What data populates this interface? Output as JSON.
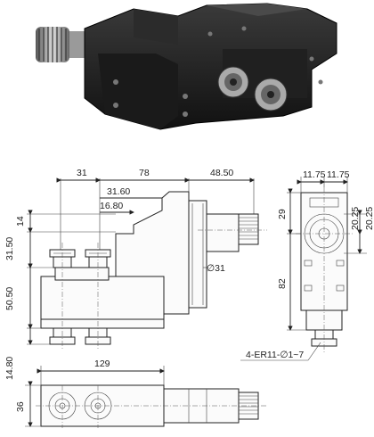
{
  "dimensions": {
    "top_31": "31",
    "top_78": "78",
    "top_48_50": "48.50",
    "top_31_60": "31.60",
    "top_16_80": "16.80",
    "left_14": "14",
    "left_31_50": "31.50",
    "left_50_50": "50.50",
    "left_14_80": "14.80",
    "dia_31": "∅31",
    "side_11_75_a": "11.75",
    "side_11_75_b": "11.75",
    "side_29": "29",
    "side_20_25_a": "20.25",
    "side_20_25_b": "20.25",
    "side_82": "82",
    "collet_label": "4-ER11-∅1~7",
    "bottom_129": "129",
    "bottom_36": "36"
  }
}
